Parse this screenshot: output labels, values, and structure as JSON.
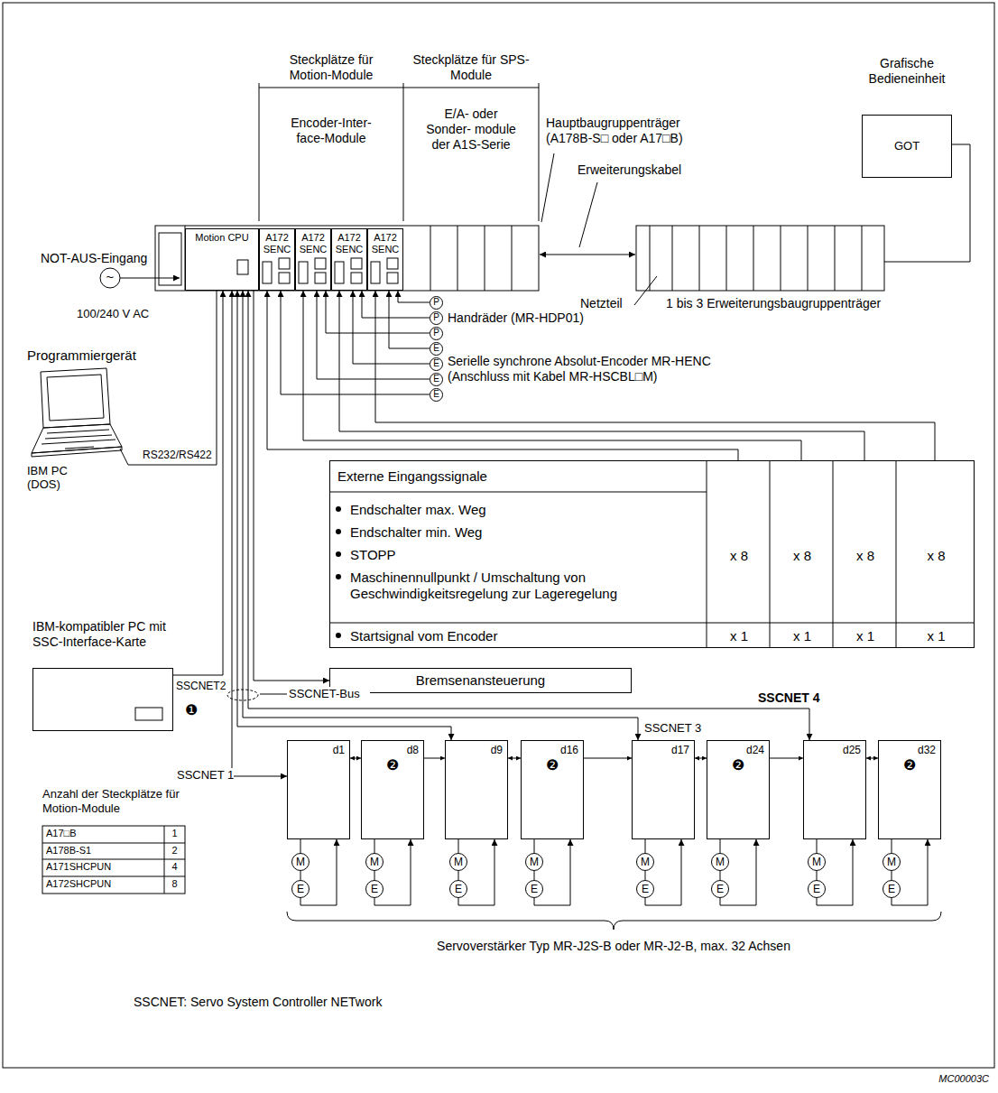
{
  "diagram": {
    "nodes": [
      {
        "text": [
          "Grafische Bedieneinheit",
          "GOT"
        ]
      },
      {
        "text": [
          "Motion CPU"
        ]
      },
      {
        "text": [
          "A172 SENC"
        ]
      },
      {
        "text": [
          "A172 SENC"
        ]
      },
      {
        "text": [
          "A172 SENC"
        ]
      },
      {
        "text": [
          "A172 SENC"
        ]
      },
      {
        "text": [
          "P"
        ]
      },
      {
        "text": [
          "P"
        ]
      },
      {
        "text": [
          "P"
        ]
      },
      {
        "text": [
          "E"
        ]
      },
      {
        "text": [
          "E"
        ]
      },
      {
        "text": [
          "E"
        ]
      },
      {
        "text": [
          "E"
        ]
      },
      {
        "text": [
          "Programmiergerät",
          "IBM PC (DOS)"
        ]
      },
      {
        "text": [
          "Externe Eingangssignale",
          "Endschalter max. Weg",
          "Endschalter min. Weg",
          "STOPP",
          "Maschinennullpunkt / Umschaltung von Geschwindigkeitsregelung zur Lageregelung",
          "Startsignal vom Encoder",
          "x 8",
          "x 8",
          "x 8",
          "x 8",
          "x 1",
          "x 1",
          "x 1",
          "x 1"
        ]
      },
      {
        "text": [
          "IBM-kompatibler PC mit SSC-Interface-Karte"
        ]
      },
      {
        "text": [
          "Bremsenansteuerung"
        ]
      },
      {
        "text": [
          "d1"
        ]
      },
      {
        "text": [
          "d8",
          "❷"
        ]
      },
      {
        "text": [
          "d9"
        ]
      },
      {
        "text": [
          "d16",
          "❷"
        ]
      },
      {
        "text": [
          "d17"
        ]
      },
      {
        "text": [
          "d24",
          "❷"
        ]
      },
      {
        "text": [
          "d25"
        ]
      },
      {
        "text": [
          "d32",
          "❷"
        ]
      },
      {
        "text": [
          "M"
        ]
      },
      {
        "text": [
          "E"
        ]
      },
      {
        "text": [
          "M"
        ]
      },
      {
        "text": [
          "E"
        ]
      },
      {
        "text": [
          "M"
        ]
      },
      {
        "text": [
          "E"
        ]
      },
      {
        "text": [
          "M"
        ]
      },
      {
        "text": [
          "E"
        ]
      },
      {
        "text": [
          "M"
        ]
      },
      {
        "text": [
          "E"
        ]
      },
      {
        "text": [
          "M"
        ]
      },
      {
        "text": [
          "E"
        ]
      },
      {
        "text": [
          "M"
        ]
      },
      {
        "text": [
          "E"
        ]
      },
      {
        "text": [
          "M"
        ]
      },
      {
        "text": [
          "E"
        ]
      }
    ],
    "edges": [
      {
        "from": 13,
        "to": 1,
        "label": "RS232/RS422",
        "arrow": "none"
      },
      {
        "from": 15,
        "to": 1,
        "label": "SSCNET2",
        "arrow": "to"
      },
      {
        "from": 14,
        "to": 2,
        "arrow": "to"
      },
      {
        "from": 14,
        "to": 3,
        "arrow": "to"
      },
      {
        "from": 14,
        "to": 4,
        "arrow": "to"
      },
      {
        "from": 14,
        "to": 5,
        "arrow": "to"
      },
      {
        "from": 6,
        "to": 5,
        "arrow": "to"
      },
      {
        "from": 7,
        "to": 4,
        "arrow": "to"
      },
      {
        "from": 8,
        "to": 3,
        "arrow": "to"
      },
      {
        "from": 9,
        "to": 5,
        "arrow": "to"
      },
      {
        "from": 10,
        "to": 4,
        "arrow": "to"
      },
      {
        "from": 11,
        "to": 3,
        "arrow": "to"
      },
      {
        "from": 12,
        "to": 2,
        "arrow": "to"
      },
      {
        "from": 1,
        "to": 16,
        "arrow": "to"
      },
      {
        "from": 1,
        "to": 17,
        "label": "SSCNET 1",
        "arrow": "both"
      },
      {
        "from": 1,
        "to": 19,
        "arrow": "both"
      },
      {
        "from": 1,
        "to": 21,
        "label": "SSCNET 3",
        "arrow": "both"
      },
      {
        "from": 1,
        "to": 23,
        "label": "SSCNET 4",
        "arrow": "both"
      },
      {
        "from": 17,
        "to": 18,
        "arrow": "both"
      },
      {
        "from": 18,
        "to": 19,
        "arrow": "to"
      },
      {
        "from": 19,
        "to": 20,
        "arrow": "both"
      },
      {
        "from": 20,
        "to": 21,
        "arrow": "to"
      },
      {
        "from": 21,
        "to": 22,
        "arrow": "both"
      },
      {
        "from": 22,
        "to": 23,
        "arrow": "to"
      },
      {
        "from": 23,
        "to": 24,
        "arrow": "both"
      },
      {
        "from": 17,
        "to": 25,
        "arrow": "none"
      },
      {
        "from": 25,
        "to": 26,
        "arrow": "none"
      },
      {
        "from": 26,
        "to": 17,
        "arrow": "to"
      },
      {
        "from": 18,
        "to": 27,
        "arrow": "none"
      },
      {
        "from": 27,
        "to": 28,
        "arrow": "none"
      },
      {
        "from": 28,
        "to": 18,
        "arrow": "to"
      },
      {
        "from": 19,
        "to": 29,
        "arrow": "none"
      },
      {
        "from": 29,
        "to": 30,
        "arrow": "none"
      },
      {
        "from": 30,
        "to": 19,
        "arrow": "to"
      },
      {
        "from": 20,
        "to": 31,
        "arrow": "none"
      },
      {
        "from": 31,
        "to": 32,
        "arrow": "none"
      },
      {
        "from": 32,
        "to": 20,
        "arrow": "to"
      },
      {
        "from": 21,
        "to": 33,
        "arrow": "none"
      },
      {
        "from": 33,
        "to": 34,
        "arrow": "none"
      },
      {
        "from": 34,
        "to": 21,
        "arrow": "to"
      },
      {
        "from": 22,
        "to": 35,
        "arrow": "none"
      },
      {
        "from": 35,
        "to": 36,
        "arrow": "none"
      },
      {
        "from": 36,
        "to": 22,
        "arrow": "to"
      },
      {
        "from": 23,
        "to": 37,
        "arrow": "none"
      },
      {
        "from": 37,
        "to": 38,
        "arrow": "none"
      },
      {
        "from": 38,
        "to": 23,
        "arrow": "to"
      },
      {
        "from": 24,
        "to": 39,
        "arrow": "none"
      },
      {
        "from": 39,
        "to": 40,
        "arrow": "none"
      },
      {
        "from": 40,
        "to": 24,
        "arrow": "to"
      }
    ],
    "labels": [
      "Steckplätze für Motion-Module",
      "Steckplätze für SPS-Module",
      "Encoder-Inter- face-Module",
      "E/A- oder Sonder- module der A1S-Serie",
      "Hauptbaugruppenträger (A178B-S□ oder A17□B)",
      "Erweiterungskabel",
      "NOT-AUS-Eingang",
      "~",
      "100/240 V AC",
      "Netzteil",
      "1 bis 3 Erweiterungsbaugruppenträger",
      "Handräder (MR-HDP01)",
      "Serielle synchrone Absolut-Encoder MR-HENC (Anschluss mit Kabel MR-HSCBL□M)",
      "❶",
      "SSCNET-Bus",
      "Anzahl der Steckplätze für Motion-Module",
      "A17□B",
      "1",
      "A178B-S1",
      "2",
      "A171SHCPUN",
      "4",
      "A172SHCPUN",
      "8",
      "Servoverstärker Typ MR-J2S-B oder MR-J2-B, max. 32 Achsen",
      "SSCNET: Servo System Controller NETwork",
      "MC00003C"
    ]
  }
}
